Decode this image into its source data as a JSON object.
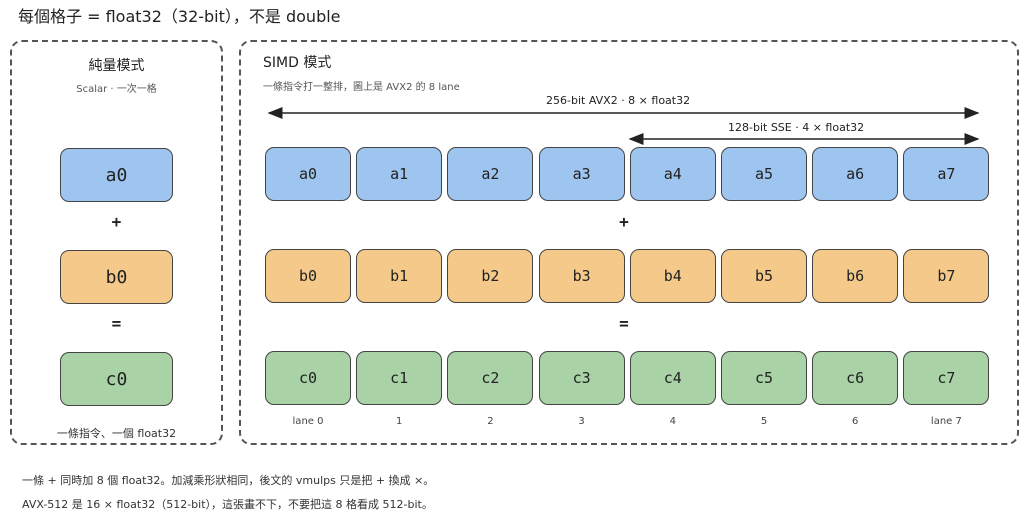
{
  "header": {
    "title": "每個格子 = float32（32-bit），不是 double"
  },
  "scalar": {
    "title": "純量模式",
    "subtitle": "Scalar · 一次一格",
    "a": "a0",
    "plus": "+",
    "b": "b0",
    "equals": "=",
    "c": "c0",
    "footer": "一條指令、一個 float32"
  },
  "simd": {
    "title": "SIMD 模式",
    "subtitle": "一條指令打一整排，圖上是 AVX2 的 8 lane",
    "avx2_label": "256-bit AVX2 · 8 × float32",
    "sse_label": "128-bit SSE · 4 × float32",
    "a_cells": [
      "a0",
      "a1",
      "a2",
      "a3",
      "a4",
      "a5",
      "a6",
      "a7"
    ],
    "b_cells": [
      "b0",
      "b1",
      "b2",
      "b3",
      "b4",
      "b5",
      "b6",
      "b7"
    ],
    "c_cells": [
      "c0",
      "c1",
      "c2",
      "c3",
      "c4",
      "c5",
      "c6",
      "c7"
    ],
    "plus": "+",
    "equals": "=",
    "lanes": [
      "lane 0",
      "1",
      "2",
      "3",
      "4",
      "5",
      "6",
      "lane 7"
    ]
  },
  "notes": {
    "line1": "一條 + 同時加 8 個 float32。加減乘形狀相同，後文的 vmulps 只是把 + 換成 ×。",
    "line2": "AVX-512 是 16 × float32（512-bit），這張畫不下，不要把這 8 格看成 512-bit。"
  },
  "colors": {
    "a": "#9ec5ef",
    "b": "#f4c98a",
    "c": "#a9d3a6",
    "border": "#444444"
  }
}
